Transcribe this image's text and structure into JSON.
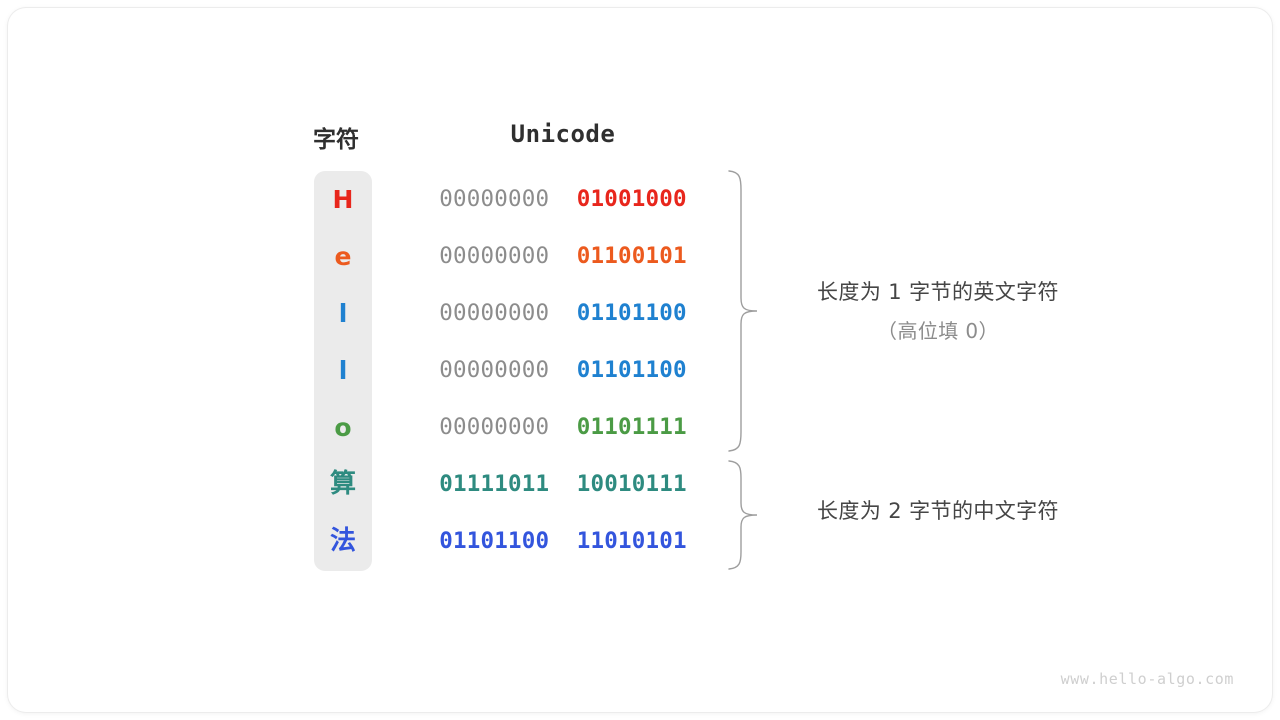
{
  "figure": {
    "headers": {
      "char": "字符",
      "unicode": "Unicode"
    },
    "rows": [
      {
        "char": "H",
        "color": "#E8261C",
        "high": "00000000",
        "low": "01001000",
        "bytes": 1
      },
      {
        "char": "e",
        "color": "#EC5A1E",
        "high": "00000000",
        "low": "01100101",
        "bytes": 1
      },
      {
        "char": "l",
        "color": "#1F81D0",
        "high": "00000000",
        "low": "01101100",
        "bytes": 1
      },
      {
        "char": "l",
        "color": "#1F81D0",
        "high": "00000000",
        "low": "01101100",
        "bytes": 1
      },
      {
        "char": "o",
        "color": "#4B9B45",
        "high": "00000000",
        "low": "01101111",
        "bytes": 1
      },
      {
        "char": "算",
        "color": "#2E8B80",
        "high": "01111011",
        "low": "10010111",
        "bytes": 2
      },
      {
        "char": "法",
        "color": "#3355DD",
        "high": "01101100",
        "low": "11010101",
        "bytes": 2
      }
    ],
    "annotations": [
      {
        "line1": "长度为 1 字节的英文字符",
        "line2": "（高位填 0）"
      },
      {
        "line1": "长度为 2 字节的中文字符",
        "line2": ""
      }
    ],
    "watermark": "www.hello-algo.com",
    "palette": {
      "strip_background": "#EBEBEB",
      "high_bits": "#8C8C8C",
      "header_text": "#2F2F2F",
      "annotation_primary": "#454545",
      "annotation_secondary": "#8C8C8C",
      "brace_stroke": "#9E9E9E",
      "card_background": "#FFFFFF"
    }
  }
}
